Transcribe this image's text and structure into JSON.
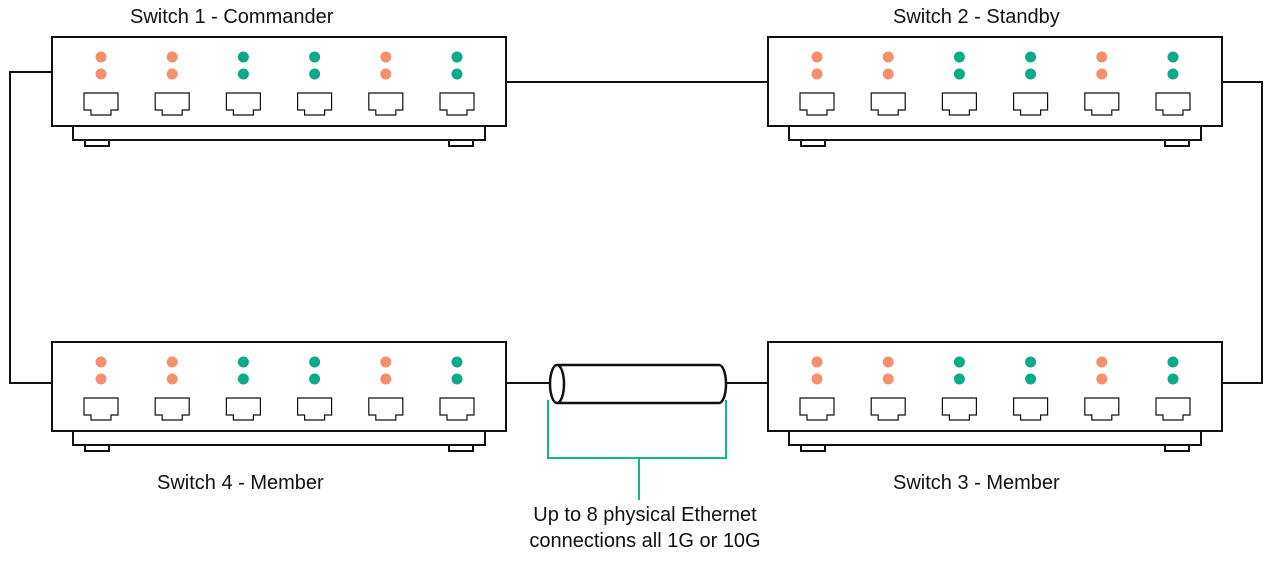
{
  "colors": {
    "outline": "#111111",
    "led_orange": "#f4906f",
    "led_green": "#0aab86",
    "bracket": "#17b48f"
  },
  "switches": [
    {
      "id": "switch-1",
      "label": "Switch 1 - Commander",
      "role": "commander"
    },
    {
      "id": "switch-2",
      "label": "Switch 2 - Standby",
      "role": "standby"
    },
    {
      "id": "switch-3",
      "label": "Switch 3 - Member",
      "role": "member"
    },
    {
      "id": "switch-4",
      "label": "Switch 4 - Member",
      "role": "member"
    }
  ],
  "port_led_colors": [
    "orange",
    "orange",
    "green",
    "green",
    "orange",
    "green"
  ],
  "link_note": {
    "line1": "Up to 8 physical Ethernet",
    "line2": "connections all 1G or 10G"
  },
  "icons": [
    "ethernet-port-icon",
    "status-led-icon",
    "cable-bundle-icon"
  ]
}
